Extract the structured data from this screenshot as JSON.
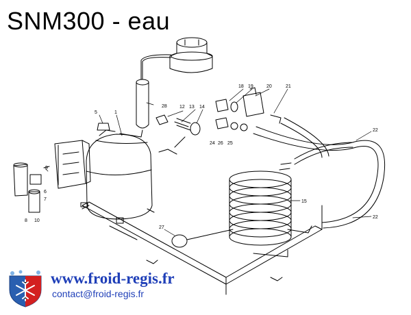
{
  "title": "SNM300 - eau",
  "footer": {
    "website": "www.froid-regis.fr",
    "email": "contact@froid-regis.fr"
  },
  "parts": {
    "p1": "1",
    "p5": "5",
    "p6": "6",
    "p7": "7",
    "p8": "8",
    "p9": "9",
    "p10": "10",
    "p12": "12",
    "p13": "13",
    "p14": "14",
    "p15": "15",
    "p18": "18",
    "p19": "19",
    "p20": "20",
    "p21": "21",
    "p22a": "22",
    "p22b": "22",
    "p24": "24",
    "p25": "25",
    "p26": "26",
    "p27": "27",
    "p28": "28"
  },
  "colors": {
    "link_blue": "#1f3fb8",
    "logo_blue": "#2a5fb0",
    "logo_red": "#d32020"
  },
  "icons": {
    "logo": "snowflake-shield-icon"
  }
}
